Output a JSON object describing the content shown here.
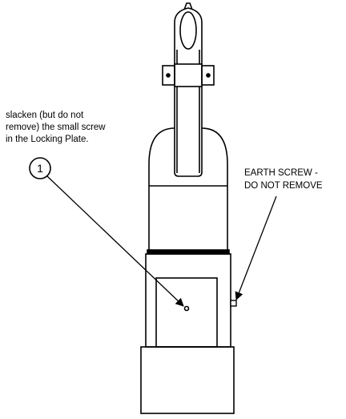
{
  "instruction": {
    "lines": [
      "slacken (but do not",
      "remove) the small screw",
      "in the Locking Plate."
    ]
  },
  "callout": {
    "number": "1"
  },
  "earth_screw": {
    "lines": [
      "EARTH SCREW -",
      "DO NOT REMOVE"
    ]
  },
  "colors": {
    "ink": "#000000",
    "background": "#ffffff"
  }
}
